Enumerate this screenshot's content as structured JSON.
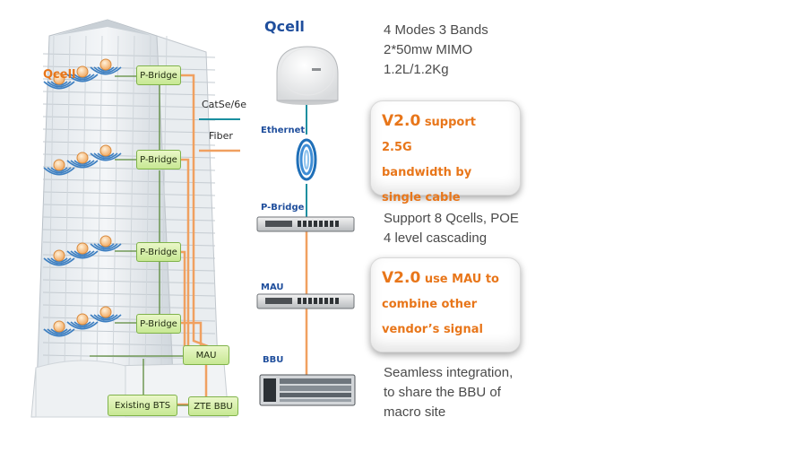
{
  "building": {
    "qcell_label": "Qcell",
    "pbridges": [
      "P-Bridge",
      "P-Bridge",
      "P-Bridge",
      "P-Bridge"
    ],
    "mau": "MAU",
    "existing_bts": "Existing BTS",
    "zte_bbu": "ZTE BBU"
  },
  "legend": {
    "catse": "CatSe/6e",
    "fiber": "Fiber",
    "catse_color": "#1a8fa0",
    "fiber_color": "#f0a060"
  },
  "devices": {
    "qcell_title": "Qcell",
    "ethernet": "Ethernet",
    "pbridge": "P-Bridge",
    "mau": "MAU",
    "bbu": "BBU"
  },
  "specs": {
    "qcell_lines": [
      "4 Modes 3 Bands",
      "2*50mw MIMO",
      "1.2L/1.2Kg"
    ],
    "pbridge_lines": [
      "Support 8 Qcells, POE",
      "4 level cascading"
    ],
    "bbu_lines": [
      "Seamless integration,",
      "to share the BBU of",
      "macro site"
    ]
  },
  "callouts": {
    "v2_support": {
      "version": "V2.0",
      "line1": "support 2.5G",
      "line2": "bandwidth by",
      "line3": "single cable"
    },
    "v2_mau": {
      "version": "V2.0",
      "line1": "use MAU to",
      "line2": "combine other",
      "line3": "vendor’s signal"
    }
  },
  "colors": {
    "accent_orange": "#e8761a",
    "label_blue": "#1f4e9c",
    "box_green": "#c7e893"
  }
}
